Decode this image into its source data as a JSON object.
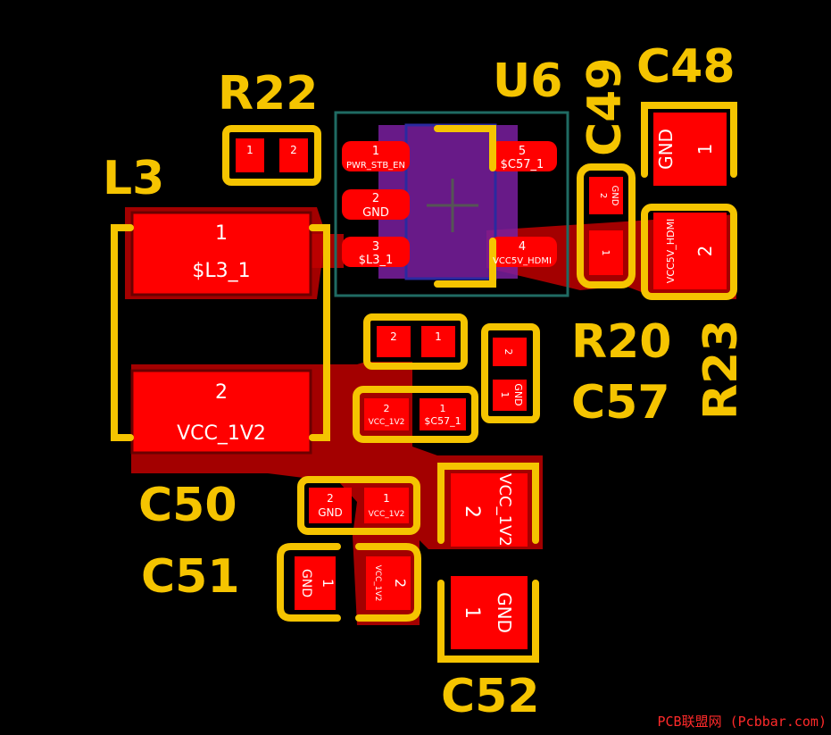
{
  "colors": {
    "background": "#000000",
    "copper": "#ff0000",
    "copper_dark": "#b00000",
    "silkscreen": "#f5c400",
    "courtyard": "#1f6b63",
    "component_body": "#7a1fa0",
    "pad_text": "#ffffff",
    "watermark": "#ff2a2a"
  },
  "designators": {
    "r22": "R22",
    "l3": "L3",
    "u6": "U6",
    "c49": "C49",
    "c48": "C48",
    "r20": "R20",
    "c57": "C57",
    "r23": "R23",
    "c50": "C50",
    "c51": "C51",
    "c52": "C52"
  },
  "pads": {
    "r22_1": "1",
    "r22_2": "2",
    "l3_1_num": "1",
    "l3_1_net": "$L3_1",
    "l3_2_num": "2",
    "l3_2_net": "VCC_1V2",
    "u6_1_num": "1",
    "u6_1_net": "PWR_STB_EN",
    "u6_2_num": "2",
    "u6_2_net": "GND",
    "u6_3_num": "3",
    "u6_3_net": "$L3_1",
    "u6_4_num": "4",
    "u6_4_net": "VCC5V_HDMI",
    "u6_5_num": "5",
    "u6_5_net": "$C57_1",
    "c49_2_num": "2",
    "c49_2_net": "GND",
    "c49_1_num": "1",
    "c48_1_num": "1",
    "c48_1_net": "GND",
    "r23_2_num": "2",
    "r23_2_net": "VCC5V_HDMI",
    "r20_2": "2",
    "r20_1": "1",
    "c57b_2": "2",
    "c57b_1_num": "1",
    "c57b_1_net": "GND",
    "c57a_2_num": "2",
    "c57a_2_net": "VCC_1V2",
    "c57a_1_num": "1",
    "c57a_1_net": "$C57_1",
    "c50_2_num": "2",
    "c50_2_net": "GND",
    "c50_1_num": "1",
    "c50_1_net": "VCC_1V2",
    "c52_2_num": "2",
    "c52_2_net": "VCC_1V2",
    "c52_1_num": "1",
    "c52_1_net": "GND",
    "c51_1_num": "1",
    "c51_1_net": "GND",
    "c51_2_num": "2",
    "c51_2_net": "VCC_1V2"
  },
  "watermark": "PCB联盟网 (Pcbbar.com)"
}
